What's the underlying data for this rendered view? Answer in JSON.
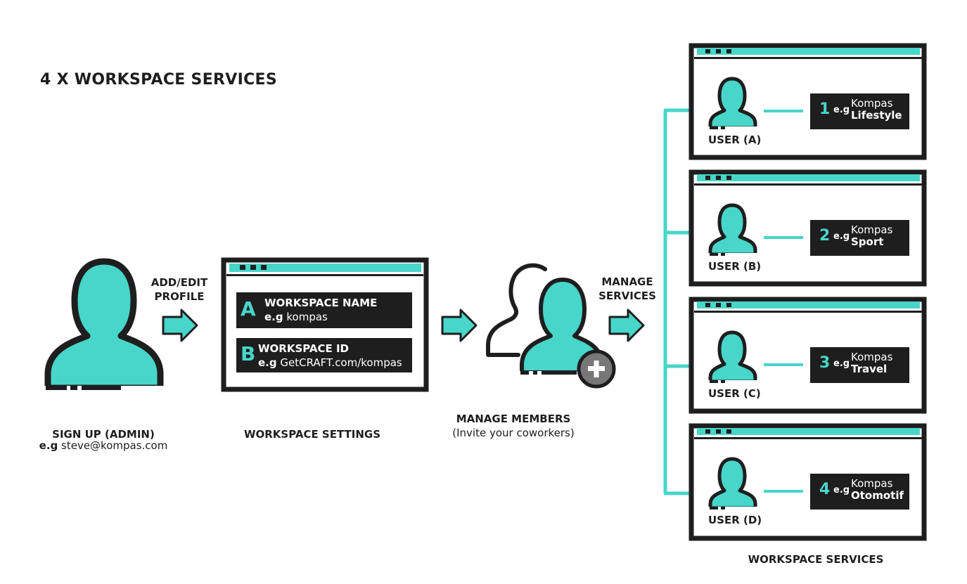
{
  "title": "4 X WORKSPACE SERVICES",
  "colors": {
    "accent": "#47d6c9",
    "dark": "#1e1e1e",
    "plus_circle": "#777777"
  },
  "signup": {
    "caption": "SIGN UP (ADMIN)",
    "example_prefix": "e.g",
    "example_value": "steve@kompas.com"
  },
  "flow": {
    "add_edit_line1": "ADD/EDIT",
    "add_edit_line2": "PROFILE",
    "manage_services_line1": "MANAGE",
    "manage_services_line2": "SERVICES"
  },
  "workspace_settings": {
    "caption": "WORKSPACE SETTINGS",
    "fields": [
      {
        "letter": "A",
        "name": "WORKSPACE NAME",
        "example_prefix": "e.g",
        "example_value": "kompas"
      },
      {
        "letter": "B",
        "name": "WORKSPACE ID",
        "example_prefix": "e.g",
        "example_value": "GetCRAFT.com/kompas"
      }
    ]
  },
  "manage_members": {
    "caption": "MANAGE MEMBERS",
    "subcaption": "(Invite your coworkers)",
    "icon": "add-user-icon"
  },
  "workspace_services": {
    "caption": "WORKSPACE SERVICES",
    "items": [
      {
        "user": "USER (A)",
        "number": "1",
        "example_prefix": "e.g",
        "brand": "Kompas",
        "service": "Lifestyle"
      },
      {
        "user": "USER (B)",
        "number": "2",
        "example_prefix": "e.g",
        "brand": "Kompas",
        "service": "Sport"
      },
      {
        "user": "USER (C)",
        "number": "3",
        "example_prefix": "e.g",
        "brand": "Kompas",
        "service": "Travel"
      },
      {
        "user": "USER (D)",
        "number": "4",
        "example_prefix": "e.g",
        "brand": "Kompas",
        "service": "Otomotif"
      }
    ]
  }
}
